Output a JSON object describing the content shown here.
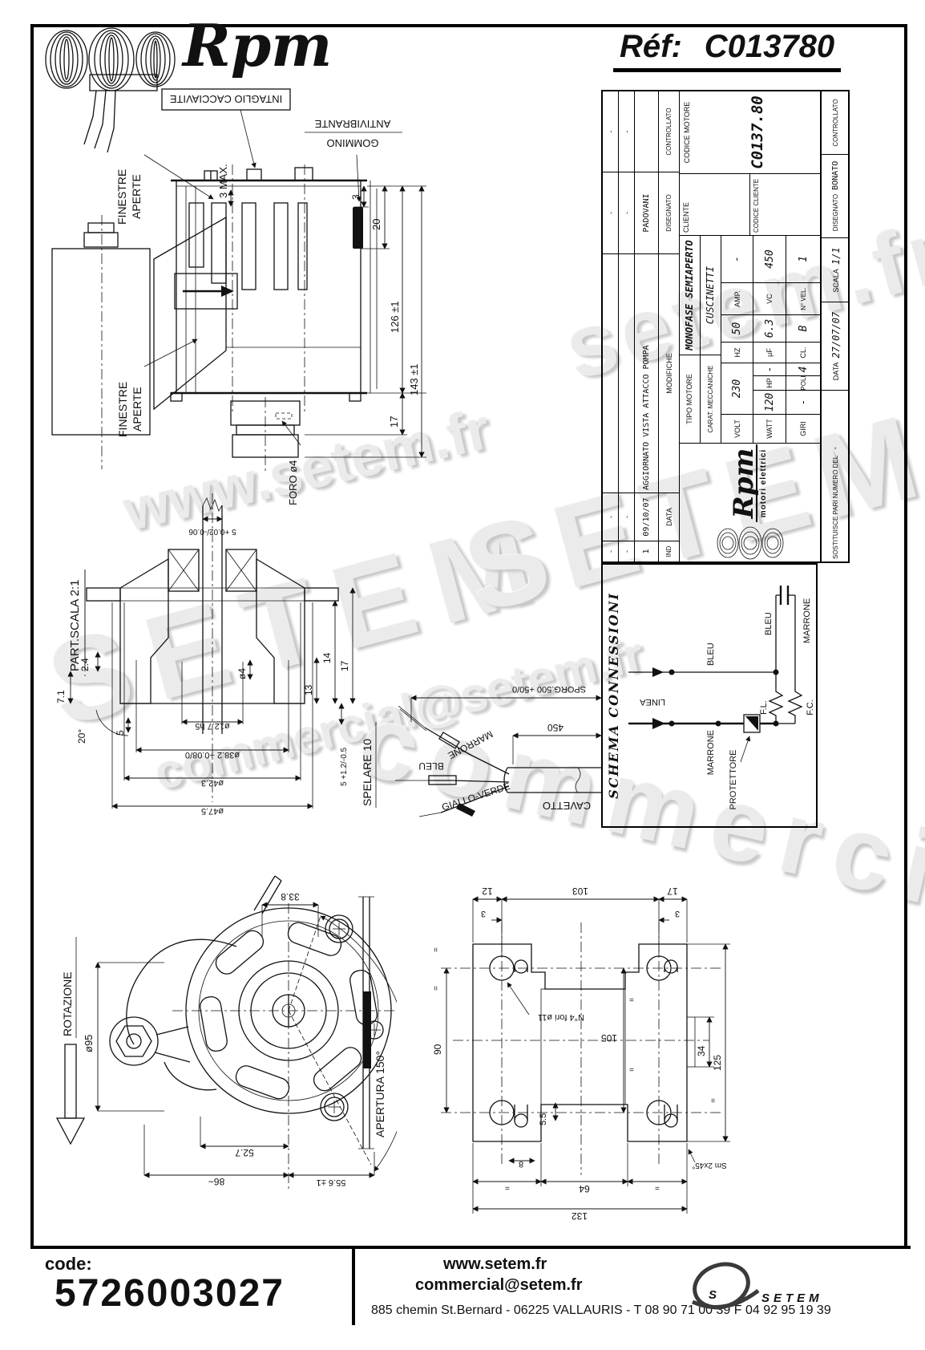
{
  "header": {
    "brand": "Rpm",
    "ref_label": "Réf:",
    "ref_value": "C013780"
  },
  "watermarks": {
    "web": "www.setem.fr",
    "brand": "SETEM",
    "brand2": "SETEM",
    "frag": "setem.fr",
    "email": "commercial@setem.fr",
    "email2": "commercial@setem.fr"
  },
  "title_block": {
    "rev": {
      "dash": "-",
      "ind": "1",
      "date": "09/10/07",
      "modifiche": "AGGIORNATO VISTA ATTACCO POMPA",
      "disegnato": "PADOVANI",
      "ind_label": "IND",
      "data_label": "DATA",
      "modifiche_label": "MODIFICHE",
      "disegnato_label": "DISEGNATO",
      "controllato_label": "CONTROLLATO"
    },
    "brand": {
      "name": "Rpm",
      "sub": "motori elettrici"
    },
    "tipo_label": "TIPO MOTORE",
    "tipo": "MONOFASE SEMIAPERTO",
    "carat_label": "CARAT. MECCANICHE",
    "carat": "CUSCINETTI",
    "grid": {
      "volt_l": "VOLT",
      "volt": "230",
      "hz_l": "HZ",
      "hz": "50",
      "amp_l": "AMP.",
      "amp": "-",
      "watt_l": "WATT",
      "watt": "120",
      "hp_l": "HP",
      "hp": "-",
      "uf_l": "µF",
      "uf": "6.3",
      "vc_l": "VC",
      "vc": "450",
      "giri_l": "GIRI",
      "giri": "-",
      "poli_l": "POLI",
      "poli": "4",
      "cl_l": "CL.",
      "cl": "B",
      "nvel_l": "N° VEL.",
      "nvel": "1"
    },
    "cliente_label": "CLIENTE",
    "codice_cliente_label": "CODICE CLIENTE",
    "codice_motore_label": "CODICE MOTORE",
    "codice_motore": "C0137.80",
    "sostituisce_label": "SOSTITUISCE PARI NUMERO DEL",
    "sostituisce": "-",
    "data_label": "DATA",
    "data": "27/07/07",
    "scala_label": "SCALA",
    "scala": "1/1",
    "disegnato_label": "DISEGNATO",
    "disegnato": "BONATO",
    "controllato_label": "CONTROLLATO"
  },
  "schema": {
    "title": "SCHEMA CONNESSIONI",
    "linea": "LINEA",
    "marrone": "MARRONE",
    "bleu": "BLEU",
    "protettore": "PROTETTORE",
    "fl": "F.L.",
    "fc": "F.C.",
    "bleu2": "BLEU",
    "marrone2": "MARRONE"
  },
  "side_view": {
    "finestre": "FINESTRE",
    "aperte": "APERTE",
    "intaglio": "INTAGLIO CACCIAVITE",
    "gommino": "GOMMINO",
    "antivibrante": "ANTIVIBRANTE",
    "d_3max": "3 MAX.",
    "d_3": "3",
    "d_20": "20",
    "d_126": "126 ±1",
    "d_143": "143 ±1",
    "d_17": "17",
    "foro": "FORO ø4"
  },
  "part_detail": {
    "title": "PART.SCALA 2:1",
    "d5_tol": "5 +0.02/-0.06",
    "d24": "2.4",
    "d71": "7.1",
    "d20deg": "20°",
    "d5": "5",
    "dia4": "ø4",
    "d13": "13",
    "d14": "14",
    "d17": "17",
    "d5b": "5 +1.2/-0.5",
    "dia127": "ø12.7 h5",
    "dia382": "ø38.2 +0.08/0",
    "dia423": "ø42.3",
    "dia475": "ø47.5"
  },
  "cable": {
    "title": "SPELARE 10",
    "marrone": "MARRONE",
    "bleu": "BLEU",
    "gv": "GIALLO-VERDE",
    "cavetto": "CAVETTO",
    "d450": "450",
    "sporg": "SPORG.500 +50/0"
  },
  "front_view": {
    "rotazione": "ROTAZIONE",
    "dia95": "ø95",
    "d338": "33.8",
    "apertura": "APERTURA 150°",
    "d527": "52.7",
    "d86": "86~",
    "d556": "55.6 ±1"
  },
  "plate": {
    "d12": "12",
    "d103": "103",
    "d17": "17",
    "d3a": "3",
    "d3b": "3",
    "fori": "N°4 fori ø11",
    "d90": "90",
    "d105": "105",
    "d34": "34",
    "d125": "125",
    "d55": "5.5",
    "d8": "8",
    "d64": "64",
    "d132": "132",
    "eq": "=",
    "sm": "Sm 2x45°"
  },
  "footer": {
    "code_label": "code:",
    "code": "5726003027",
    "web": "www.setem.fr",
    "email": "commercial@setem.fr",
    "address": "885 chemin St.Bernard  -  06225 VALLAURIS  -  T 08 90 71 00 39   F 04 92 95 19 39",
    "brand": "SETEM"
  }
}
